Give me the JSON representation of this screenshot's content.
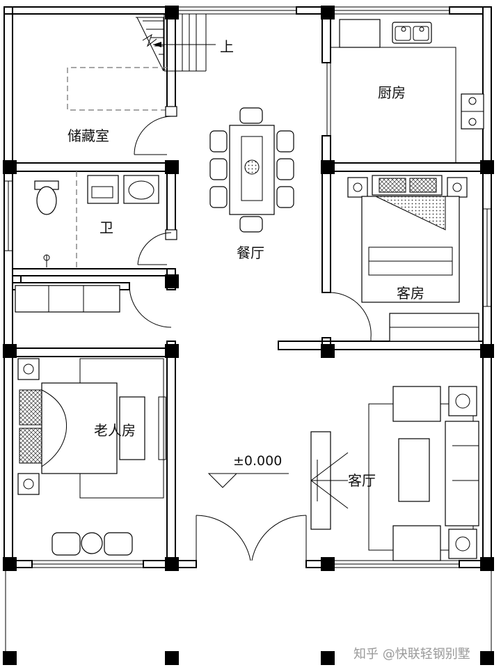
{
  "rooms": {
    "storage": "储藏室",
    "kitchen": "厨房",
    "bathroom": "卫",
    "dining": "餐厅",
    "guest_room": "客房",
    "elder_room": "老人房",
    "living_room": "客厅"
  },
  "stair_label": "上",
  "level_mark": "±0.000",
  "watermark": "知乎 @快联轻钢别墅"
}
